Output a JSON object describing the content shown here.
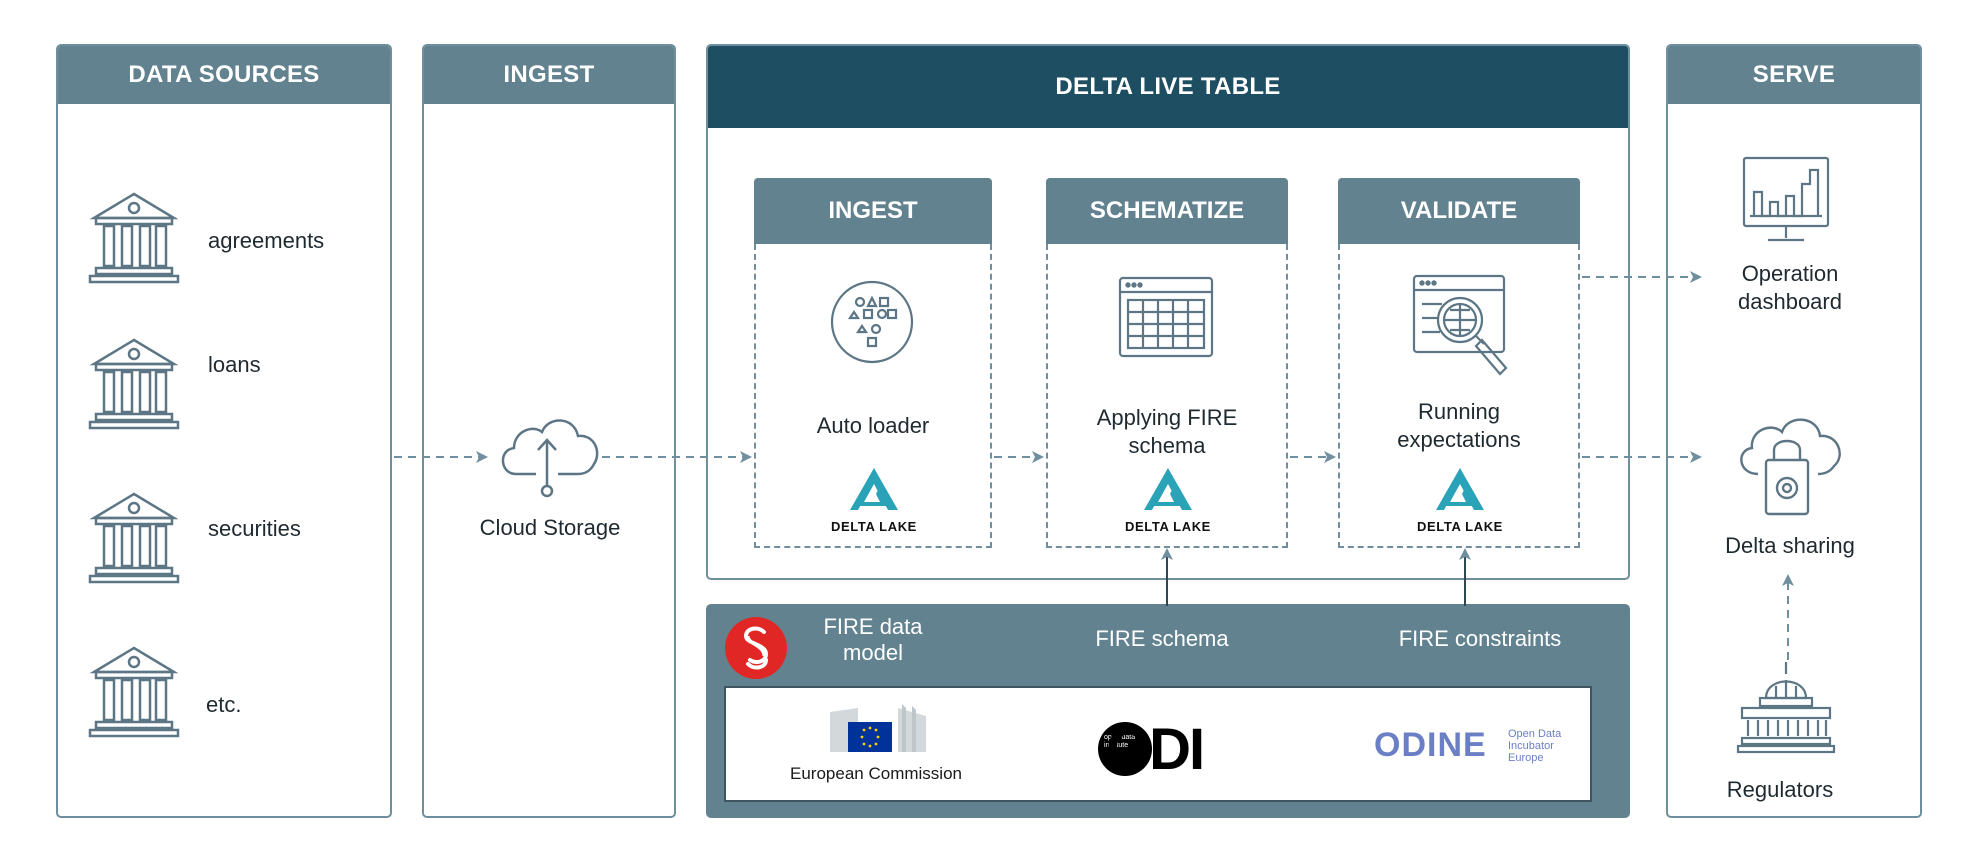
{
  "sources": {
    "header": "DATA SOURCES",
    "items": [
      "agreements",
      "loans",
      "securities",
      "etc."
    ]
  },
  "ingest": {
    "header": "INGEST",
    "cloud_label": "Cloud Storage"
  },
  "dlt": {
    "header": "DELTA LIVE TABLE",
    "stages": [
      {
        "header": "INGEST",
        "label": "Auto loader",
        "badge": "DELTA LAKE"
      },
      {
        "header": "SCHEMATIZE",
        "label": "Applying FIRE schema",
        "badge": "DELTA LAKE"
      },
      {
        "header": "VALIDATE",
        "label": "Running expectations",
        "badge": "DELTA LAKE"
      }
    ]
  },
  "fire": {
    "model_label": "FIRE data model",
    "schema_label": "FIRE schema",
    "constraints_label": "FIRE constraints",
    "partners": {
      "ec": "European Commission",
      "odi_small": "open data institute",
      "odi_big": "ODI",
      "odine": "ODINE",
      "odine_small": "Open Data Incubator Europe"
    }
  },
  "serve": {
    "header": "SERVE",
    "dashboard_label": "Operation dashboard",
    "sharing_label": "Delta sharing",
    "regulators_label": "Regulators"
  },
  "colors": {
    "header_bg": "#62828f",
    "dlt_header_bg": "#1e4e61",
    "icon_stroke": "#5d7685",
    "delta_teal": "#2aa3b8",
    "fire_red": "#e02726",
    "eu_blue": "#003399"
  }
}
